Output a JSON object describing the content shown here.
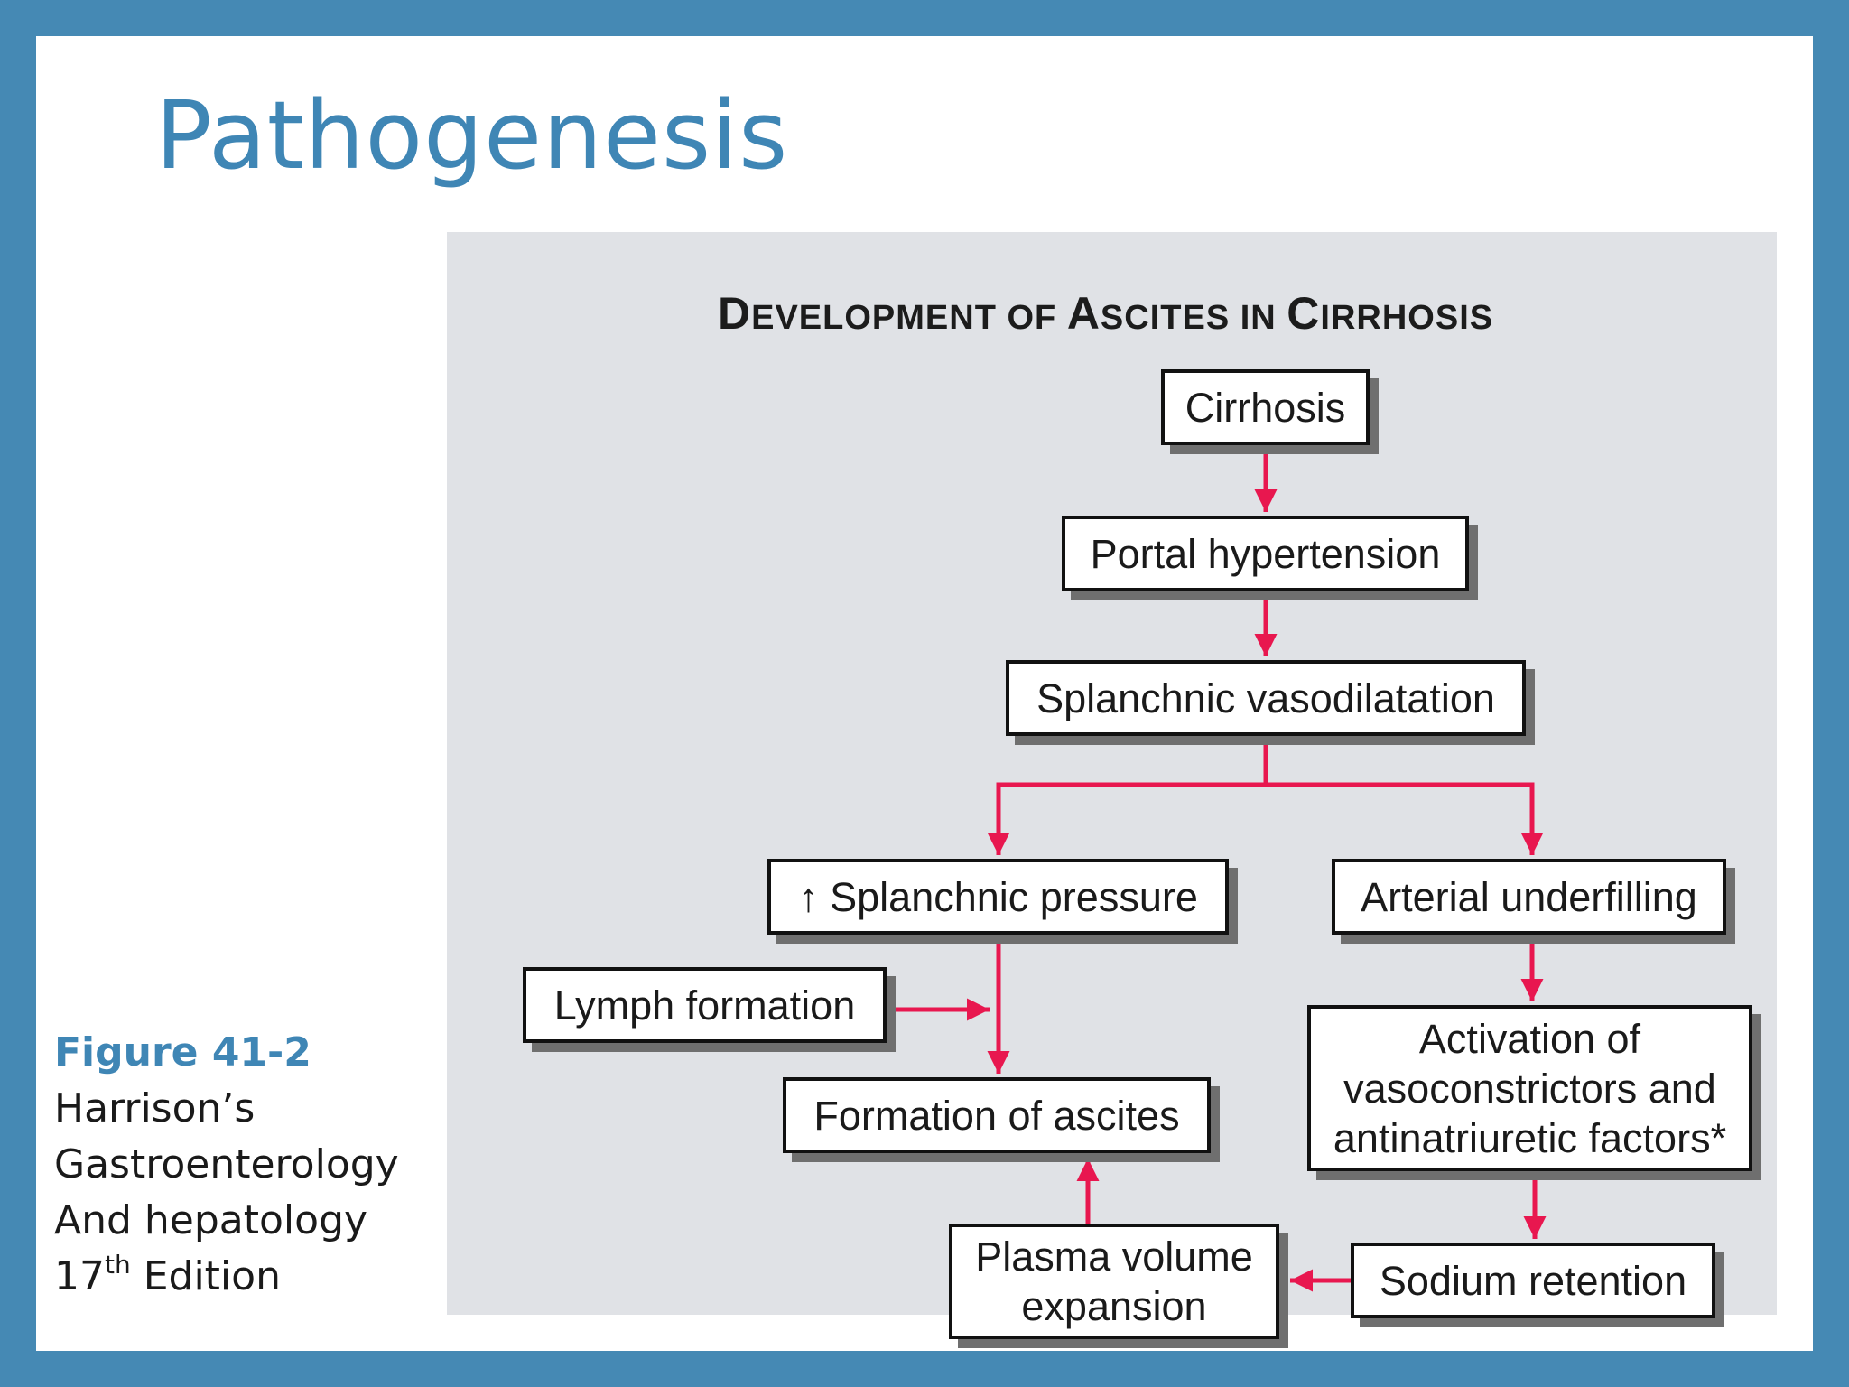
{
  "slide": {
    "title": "Pathogenesis",
    "caption": {
      "figure": "Figure 41-2",
      "line1": "Harrison’s",
      "line2": "Gastroenterology",
      "line3": "And hepatology",
      "edition_number": "17",
      "edition_suffix": "th",
      "edition_word": " Edition"
    }
  },
  "diagram": {
    "title_parts": [
      "D",
      "EVELOPMENT OF ",
      "A",
      "SCITES IN ",
      "C",
      "IRRHOSIS"
    ],
    "nodes": {
      "cirrhosis": "Cirrhosis",
      "portal_hypertension": "Portal hypertension",
      "splanchnic_vasodilatation": "Splanchnic vasodilatation",
      "splanchnic_pressure": "↑ Splanchnic pressure",
      "arterial_underfilling": "Arterial underfilling",
      "lymph_formation": "Lymph formation",
      "formation_of_ascites": "Formation of ascites",
      "activation_line1": "Activation of",
      "activation_line2": "vasoconstrictors and",
      "activation_line3": "antinatriuretic factors*",
      "plasma_line1": "Plasma volume",
      "plasma_line2": "expansion",
      "sodium_retention": "Sodium retention"
    },
    "arrow_color": "#e8174f"
  }
}
